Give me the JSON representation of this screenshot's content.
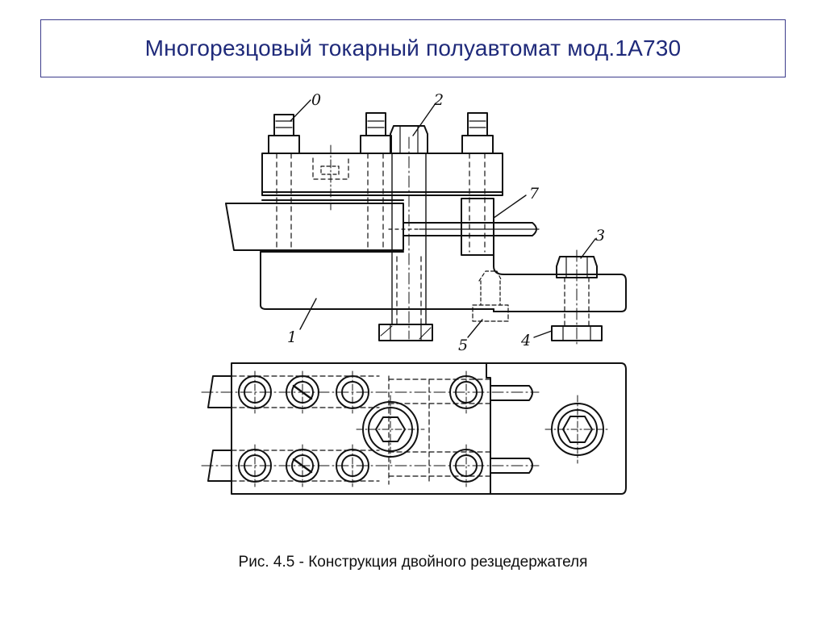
{
  "title": "Многорезцовый токарный  полуавтомат мод.1А730",
  "caption": "Рис. 4.5 - Конструкция двойного резцедержателя",
  "callouts": {
    "c0": "0",
    "c1": "1",
    "c2": "2",
    "c3": "3",
    "c4": "4",
    "c5": "5",
    "c7": "7"
  },
  "colors": {
    "title_text": "#1f2a7a",
    "title_border": "#3c3c8c",
    "line": "#111111"
  }
}
